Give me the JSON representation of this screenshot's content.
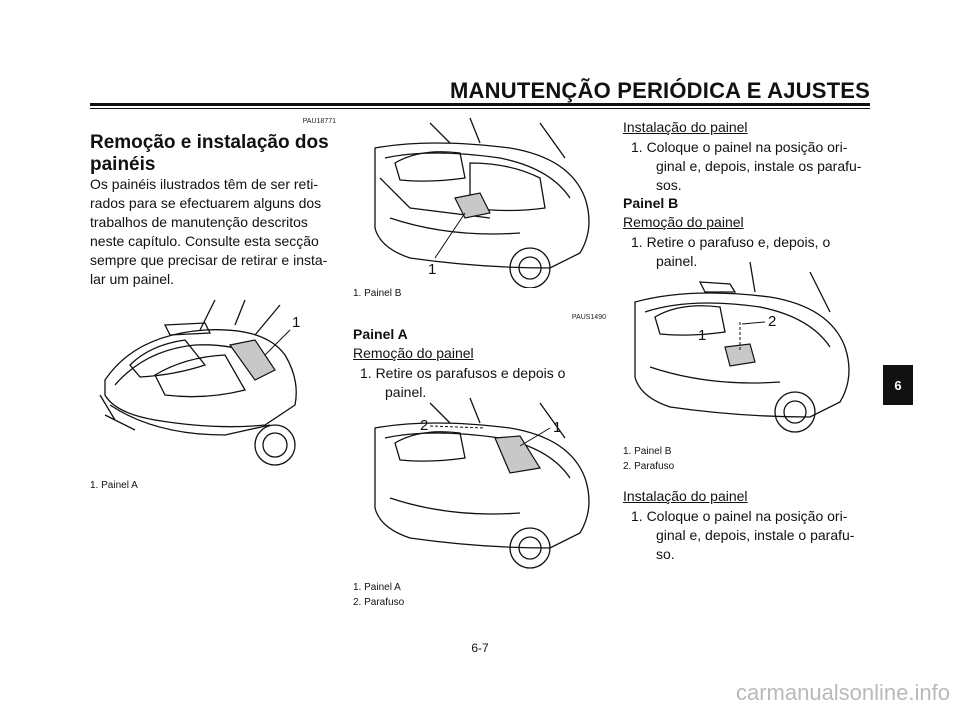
{
  "header": {
    "title": "MANUTENÇÃO PERIÓDICA E AJUSTES"
  },
  "col1": {
    "code": "PAU18771",
    "title_line1": "Remoção e instalação dos",
    "title_line2": "painéis",
    "paragraph": [
      "Os painéis ilustrados têm de ser reti-",
      "rados para se efectuarem alguns dos",
      "trabalhos de manutenção descritos",
      "neste capítulo. Consulte esta secção",
      "sempre que precisar de retirar e insta-",
      "lar um painel."
    ],
    "figure_label": "1",
    "caption": "1. Painel A"
  },
  "col2": {
    "figure1_label": "1",
    "caption1": "1. Painel B",
    "code": "PAUS1490",
    "section_title": "Painel A",
    "subheading": "Remoção do painel",
    "step1_line1": "1.  Retire os parafusos e depois o",
    "step1_line2": "painel.",
    "figure2_label1": "2",
    "figure2_label2": "1",
    "caption2_line1": "1. Painel A",
    "caption2_line2": "2. Parafuso"
  },
  "col3": {
    "subheading1": "Instalação do painel",
    "step1_line1": "1.  Coloque o painel na posição ori-",
    "step1_line2": "ginal e, depois, instale os parafu-",
    "step1_line3": "sos.",
    "section_title": "Painel B",
    "subheading2": "Remoção do painel",
    "step2_line1": "1.  Retire o parafuso e, depois, o",
    "step2_line2": "painel.",
    "figure_label1": "1",
    "figure_label2": "2",
    "caption_line1": "1. Painel B",
    "caption_line2": "2. Parafuso",
    "subheading3": "Instalação do painel",
    "step3_line1": "1.  Coloque o painel na posição ori-",
    "step3_line2": "ginal e, depois, instale o parafu-",
    "step3_line3": "so."
  },
  "page_number": "6-7",
  "side_tab": "6",
  "watermark": "carmanualsonline.info"
}
